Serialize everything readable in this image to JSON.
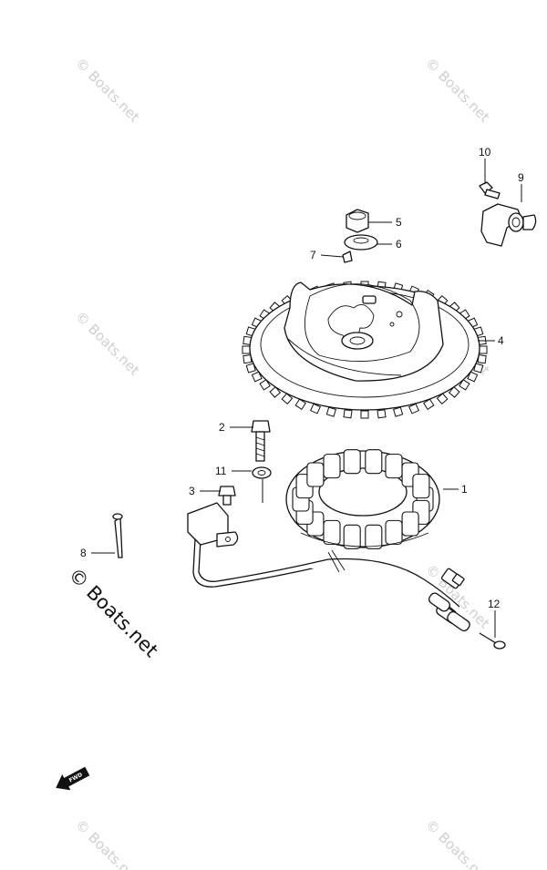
{
  "diagram": {
    "part_numbers": [
      {
        "id": "1",
        "label": "1"
      },
      {
        "id": "2",
        "label": "2"
      },
      {
        "id": "3",
        "label": "3"
      },
      {
        "id": "4",
        "label": "4"
      },
      {
        "id": "5",
        "label": "5"
      },
      {
        "id": "6",
        "label": "6"
      },
      {
        "id": "7",
        "label": "7"
      },
      {
        "id": "8",
        "label": "8"
      },
      {
        "id": "9",
        "label": "9"
      },
      {
        "id": "10",
        "label": "10"
      },
      {
        "id": "11",
        "label": "11"
      },
      {
        "id": "12",
        "label": "12"
      }
    ],
    "watermarks": {
      "small": "© Boats.net",
      "large": "© Boats.net"
    },
    "direction_marker": "FWD"
  }
}
